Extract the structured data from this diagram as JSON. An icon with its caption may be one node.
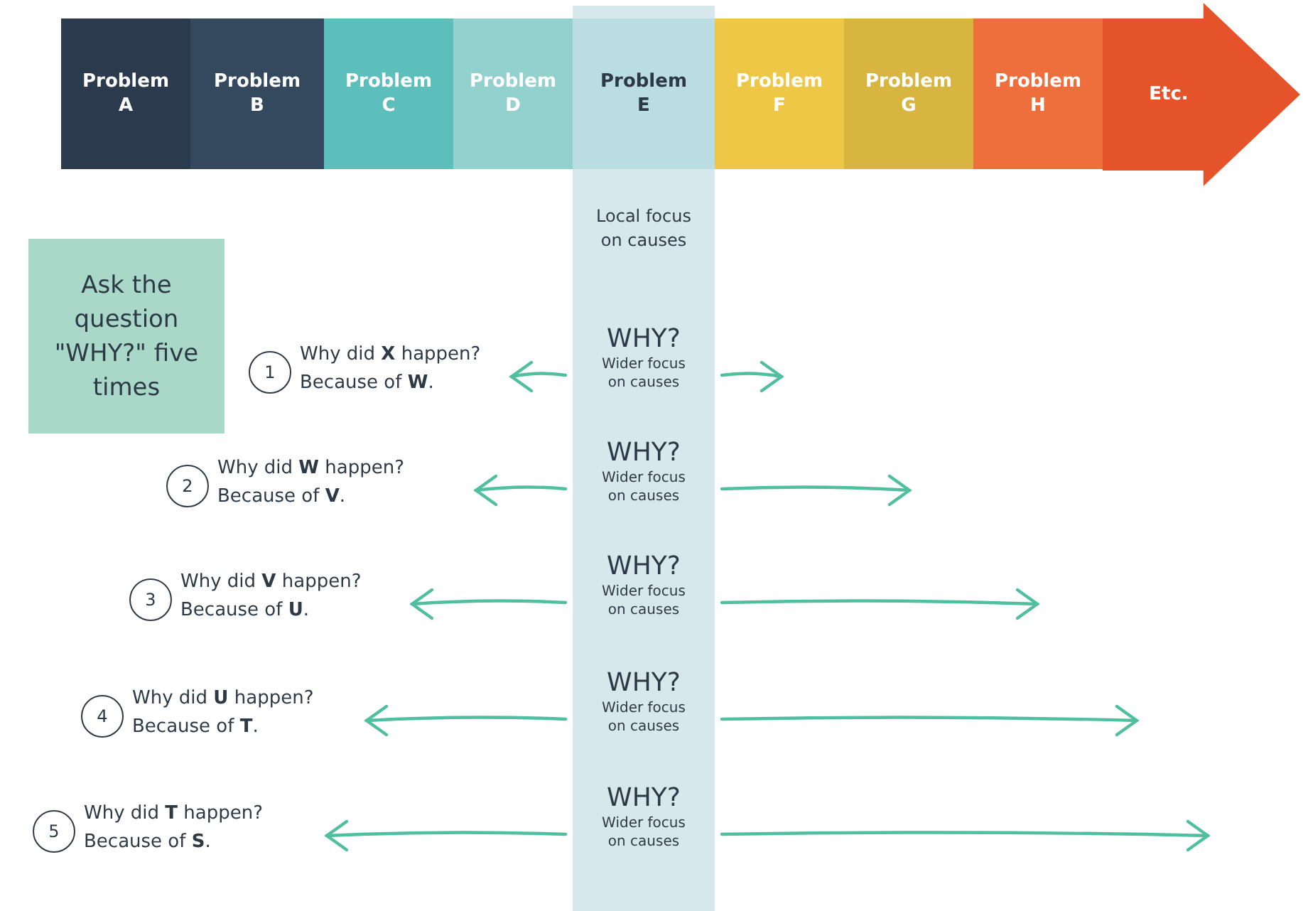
{
  "diagram": {
    "nodes": [
      {
        "text": [
          "Problem A"
        ]
      },
      {
        "text": [
          "Problem B"
        ]
      },
      {
        "text": [
          "Problem C"
        ]
      },
      {
        "text": [
          "Problem D"
        ]
      },
      {
        "text": [
          "Local focus on causes"
        ]
      },
      {
        "text": [
          "Problem E"
        ],
        "in": 4
      },
      {
        "text": [
          "Problem F"
        ]
      },
      {
        "text": [
          "Problem G"
        ]
      },
      {
        "text": [
          "Problem H"
        ]
      },
      {
        "text": [
          "Etc."
        ]
      },
      {
        "text": [
          "Ask the question \"WHY?\" five times"
        ]
      },
      {
        "text": [
          "1"
        ],
        "beside": [
          "Why did **X** happen?",
          "Because of **W**."
        ]
      },
      {
        "text": [
          "WHY?",
          "Wider focus on causes"
        ],
        "in": 4
      },
      {
        "text": [
          "2"
        ],
        "beside": [
          "Why did **W** happen?",
          "Because of **V**."
        ]
      },
      {
        "text": [
          "WHY?",
          "Wider focus on causes"
        ],
        "in": 4
      },
      {
        "text": [
          "3"
        ],
        "beside": [
          "Why did **V** happen?",
          "Because of **U**."
        ]
      },
      {
        "text": [
          "WHY?",
          "Wider focus on causes"
        ],
        "in": 4
      },
      {
        "text": [
          "4"
        ],
        "beside": [
          "Why did **U** happen?",
          "Because of **T**."
        ]
      },
      {
        "text": [
          "WHY?",
          "Wider focus on causes"
        ],
        "in": 4
      },
      {
        "text": [
          "5"
        ],
        "beside": [
          "Why did **T** happen?",
          "Because of **S**."
        ]
      },
      {
        "text": [
          "WHY?",
          "Wider focus on causes"
        ],
        "in": 4
      }
    ],
    "edges": []
  }
}
